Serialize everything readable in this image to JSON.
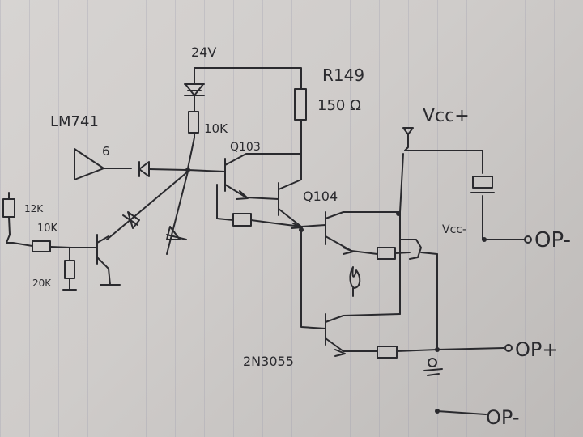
{
  "labels": {
    "supply": "24V",
    "r149": "R149",
    "r149_value": "150 Ω",
    "lm741": "LM741",
    "pin6": "6",
    "r10k_top": "10K",
    "q103": "Q103",
    "q104": "Q104",
    "vcc_plus": "Vcc+",
    "vcc_minus": "Vcc-",
    "op_minus": "OP-",
    "op_plus": "OP+",
    "r12k": "12K",
    "r10k_left": "10K",
    "r20k": "20K",
    "transistor_2n3055": "2N3055",
    "op_bottom": "OP-"
  }
}
